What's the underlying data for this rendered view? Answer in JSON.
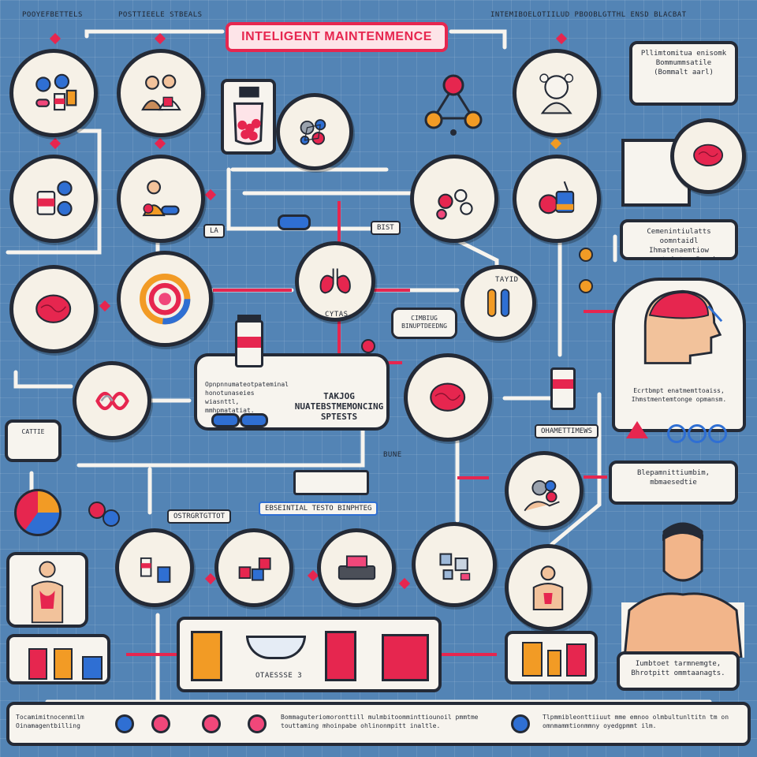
{
  "title": "INTELIGENT MAINTENMENCE",
  "top_labels": {
    "left": "POOYEFBETTELS",
    "center_left": "POSTTIEELE STBEALS",
    "right": "INTEMIBOELOTIILUD PBOOBLGTTHL ENSD BLACBAT"
  },
  "mid_labels": {
    "la": "LA",
    "bist": "BIST",
    "lungs_caption": "CYTAS",
    "tayid": "TAYID",
    "bune": "BUNE",
    "ostrogtot": "OSTRGRTGTTOT",
    "cattie": "CATTIE",
    "bottom_small": "OTAESSSE 3"
  },
  "cards": {
    "top_right": "Pllimtomitua enisomk Bommummsatile (Bommalt aarl)",
    "right_mid": "Cemenintiulatts oomntaidl Ihmatenaemtiow gemmntoiatry Bourb Blitoreometes",
    "center_main_lines": "Opnpnnumateotpateminal honotunaseies wiasnttl, mmhpmatatiat.",
    "center_main_title": "TAKJOG NUATEBSTMEMONCING SPTESTS",
    "center_small": "CIMBIUG BINUPTDEEDNG",
    "head_caption": "Ecrtbmpt enatmemttoaiss, Ihmstmentemtonge opmansm.",
    "hosptal": "OHAMETTIMEWS",
    "right_lower": "Blepamnittiumbim, mbmaesedtie",
    "essential": "EBSEINTIAL TESTO BINPHTEG",
    "man_caption": "Iumbtoet tarmnemgte, Bhrotpitt ommtaanagts.",
    "bottom_left": "Tocamimitnocenmilm Oinamagentbilling",
    "bottom_mid": "Bommaguteriomoronttill mulmbitoomminttiounoil pmmtme touttaming mhoinpabe ohlinonmpitt inaltle.",
    "bottom_right": "Tlpmmibleonttiiuut mme emnoo olmbultunltitn tm on omnmammtionmmny oyedgpmmt ilm."
  },
  "colors": {
    "background": "#5384b5",
    "accent_red": "#e6264f",
    "accent_pink": "#f0477a",
    "accent_blue": "#2f6fd3",
    "accent_orange": "#f29b25",
    "outline": "#242a36",
    "card": "#f7f4ee"
  },
  "icons": [
    "pills-icon",
    "doctor-icon",
    "pill-jar-icon",
    "molecule-icon",
    "network-icon",
    "elderly-face-icon",
    "brain-icon",
    "lungs-icon",
    "cycle-chart-icon",
    "test-tubes-icon",
    "head-profile-icon",
    "medicine-bottle-icon",
    "hand-pills-icon",
    "body-icon",
    "muscular-man-icon",
    "bowl-icon",
    "box-icon"
  ]
}
